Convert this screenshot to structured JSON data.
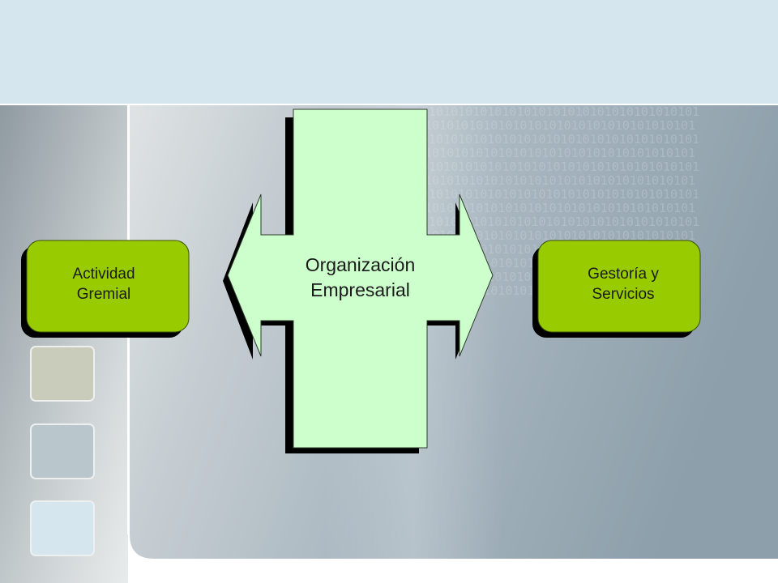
{
  "diagram": {
    "center": {
      "label": "Organización\nEmpresarial"
    },
    "left_box": {
      "label": "Actividad\nGremial"
    },
    "right_box": {
      "label": "Gestoría y\nServicios"
    }
  },
  "background_binary": "01010101010101010101010101010101010101",
  "colors": {
    "top_band": "#d6e6ee",
    "panel": "#a9b8c1",
    "cross_fill": "#ccffcc",
    "box_fill": "#99cc00",
    "swatch_1": "#c9cbbb",
    "swatch_2": "#b9c7cd",
    "swatch_3": "#d6e6ee"
  }
}
